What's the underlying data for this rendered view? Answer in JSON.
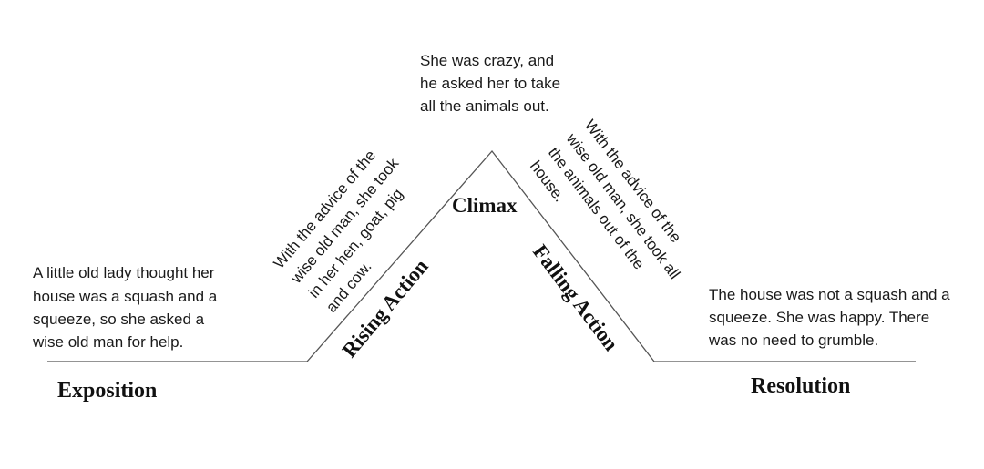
{
  "diagram": {
    "stages": {
      "exposition": "Exposition",
      "rising_action": "Rising Action",
      "climax": "Climax",
      "falling_action": "Falling Action",
      "resolution": "Resolution"
    },
    "notes": {
      "exposition": [
        "A little old lady thought her",
        "house was a squash and a",
        "squeeze, so she asked a",
        "wise old man for help."
      ],
      "rising_action": [
        "With the advice of the",
        "wise old man, she took",
        "in her hen, goat, pig",
        "and cow."
      ],
      "climax": [
        "She was crazy, and",
        "he asked her to take",
        "all the animals out."
      ],
      "falling_action": [
        "With the advice of the",
        "wise old man, she took all",
        "the animals out of the",
        "house."
      ],
      "resolution": [
        "The house was not a squash and a",
        "squeeze. She was happy. There",
        "was no need to grumble."
      ]
    },
    "line_color": "#555555"
  }
}
